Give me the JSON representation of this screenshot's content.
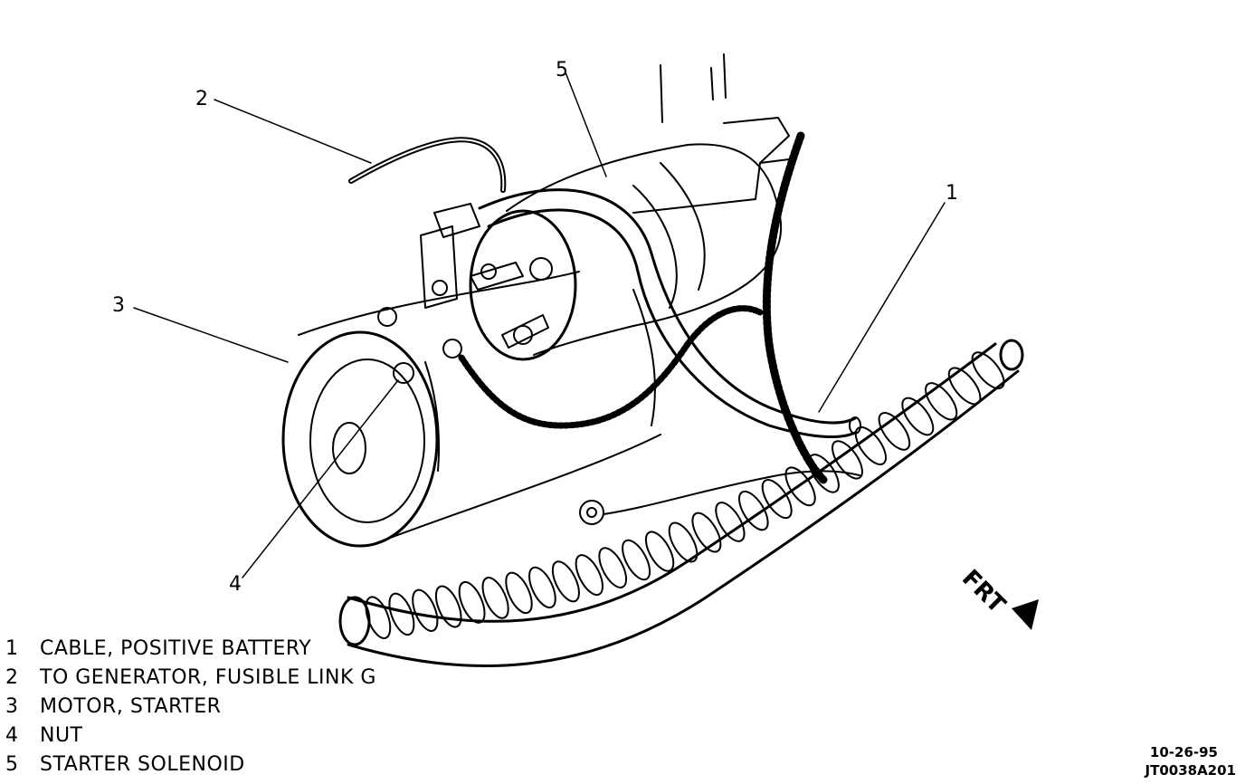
{
  "callouts": [
    {
      "num": "1"
    },
    {
      "num": "2"
    },
    {
      "num": "3"
    },
    {
      "num": "4"
    },
    {
      "num": "5"
    }
  ],
  "legend": [
    {
      "num": "1",
      "text": "CABLE, POSITIVE BATTERY"
    },
    {
      "num": "2",
      "text": "TO GENERATOR, FUSIBLE LINK G"
    },
    {
      "num": "3",
      "text": "MOTOR, STARTER"
    },
    {
      "num": "4",
      "text": "NUT"
    },
    {
      "num": "5",
      "text": "STARTER SOLENOID"
    }
  ],
  "direction_label": "FRT",
  "date_code": "10-26-95",
  "figure_code": "JT0038A201"
}
